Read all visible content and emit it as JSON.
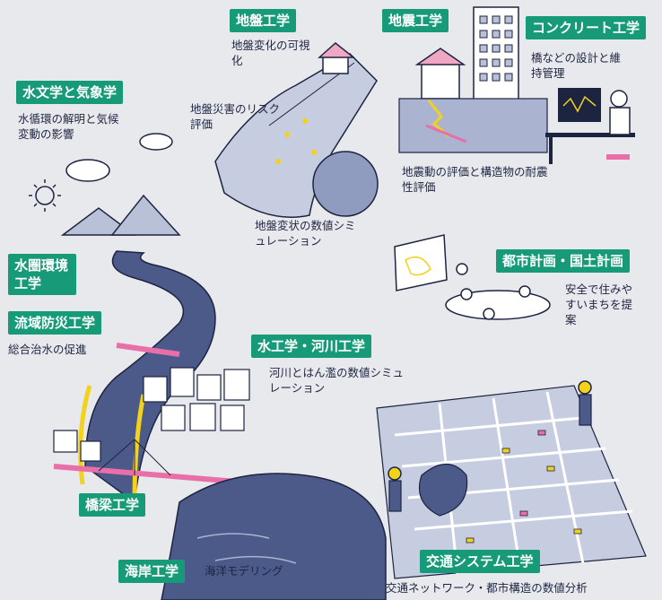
{
  "labels": {
    "jiban": "地盤工学",
    "jishin": "地震工学",
    "concrete": "コンクリート工学",
    "suibun": "水文学と気象学",
    "suiken": "水圏環境工学",
    "ryuiki": "流域防災工学",
    "suiko": "水工学・河川工学",
    "toshi": "都市計画・国土計画",
    "kyoryo": "橋梁工学",
    "kaigan": "海岸工学",
    "kotsu": "交通システム工学"
  },
  "captions": {
    "jiban_a": "地盤変化の可視化",
    "jiban_b": "地盤災害のリスク評価",
    "jiban_c": "地盤変状の数値シミュレーション",
    "jishin": "地震動の評価と構造物の耐震性評価",
    "concrete": "橋などの設計と維持管理",
    "suibun": "水循環の解明と気候変動の影響",
    "ryuiki": "総合治水の促進",
    "suiko": "河川とはん濫の数値シミュレーション",
    "toshi": "安全で住みやすいまちを提案",
    "kaigan": "海洋モデリング",
    "kotsu": "交通ネットワーク・都市構造の数値分析"
  },
  "colors": {
    "tag": "#169a78",
    "navy": "#1d2440",
    "accent_pink": "#e86fa8",
    "accent_yellow": "#f2d21b",
    "background": "#e8e9ed"
  }
}
